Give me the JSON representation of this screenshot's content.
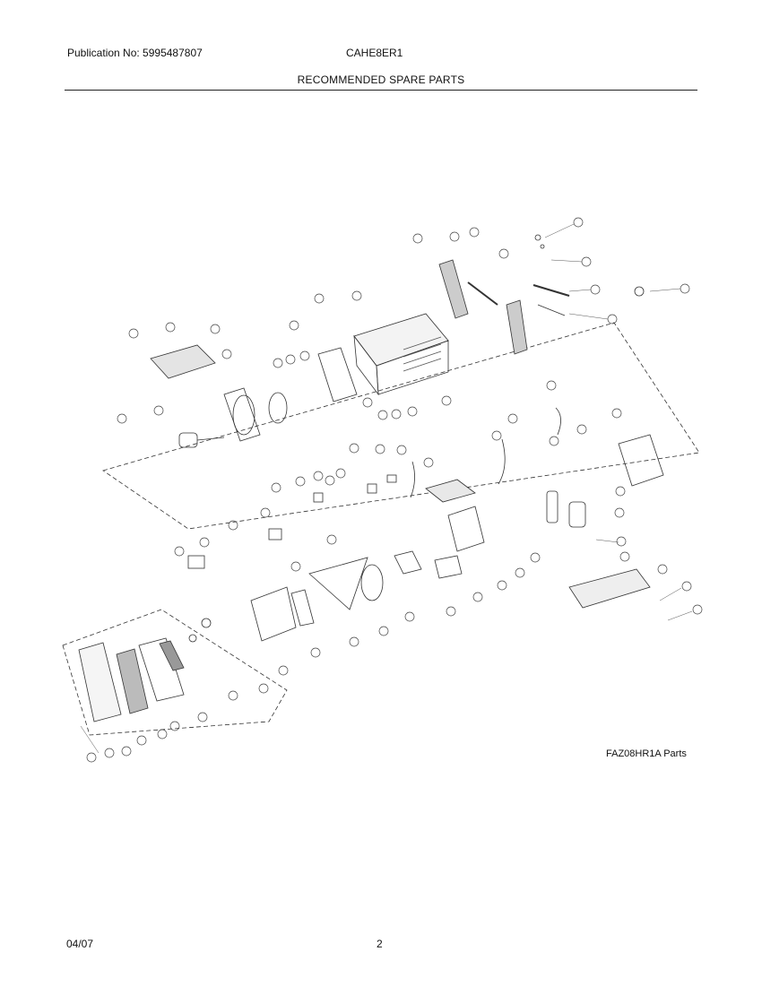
{
  "header": {
    "publication": "Publication No: 5995487807",
    "model": "CAHE8ER1",
    "title": "RECOMMENDED SPARE PARTS"
  },
  "diagram": {
    "caption": "FAZ08HR1A Parts",
    "icon": "exploded-parts-diagram"
  },
  "footer": {
    "date": "04/07",
    "page": "2"
  }
}
